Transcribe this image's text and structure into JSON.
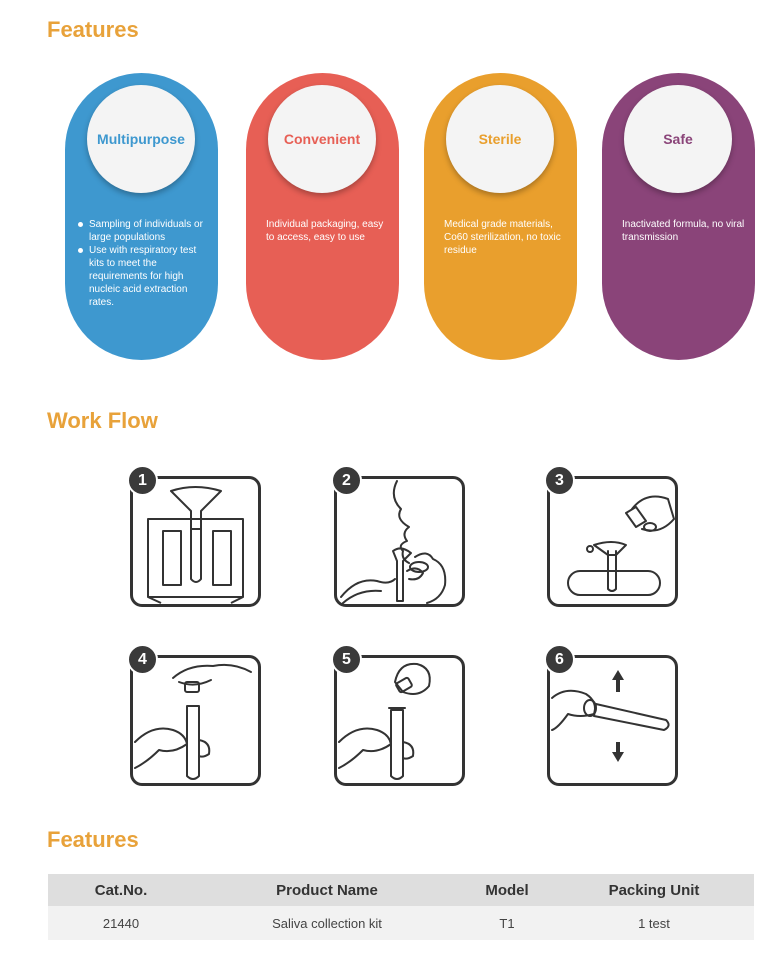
{
  "features_title": "Features",
  "features": [
    {
      "title": "Multipurpose",
      "color": "#3e98cf",
      "text_color": "#3e98cf",
      "bullets": [
        "Sampling of individuals or large populations",
        "Use with respiratory test kits to meet the requirements for high nucleic acid extraction rates."
      ]
    },
    {
      "title": "Convenient",
      "color": "#e75f55",
      "text_color": "#e75f55",
      "text": "Individual packaging, easy to access, easy to use"
    },
    {
      "title": "Sterile",
      "color": "#e99f2d",
      "text_color": "#e99f2d",
      "text": "Medical grade materials, Co60 sterilization, no toxic residue"
    },
    {
      "title": "Safe",
      "color": "#8a4479",
      "text_color": "#8a4479",
      "text": "Inactivated formula, no viral transmission"
    }
  ],
  "workflow_title": "Work Flow",
  "steps": [
    {
      "number": "1"
    },
    {
      "number": "2"
    },
    {
      "number": "3"
    },
    {
      "number": "4"
    },
    {
      "number": "5"
    },
    {
      "number": "6"
    }
  ],
  "table_title": "Features",
  "table": {
    "headers": [
      "Cat.No.",
      "Product Name",
      "Model",
      "Packing Unit"
    ],
    "rows": [
      [
        "21440",
        "Saliva collection kit",
        "T1",
        "1 test"
      ]
    ]
  }
}
